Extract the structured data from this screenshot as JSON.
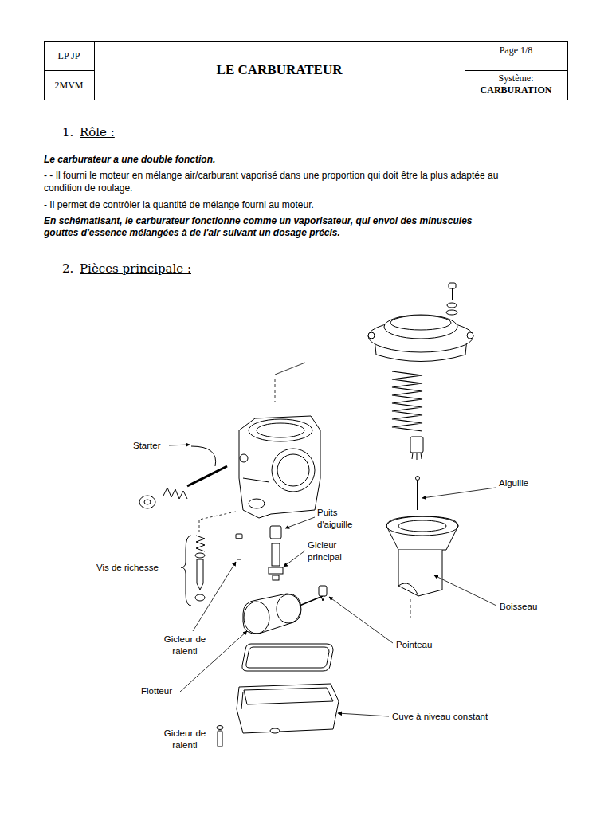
{
  "diagram": {
    "title": "LE CARBURATEUR",
    "labels": [
      "LP JP",
      "2MVM",
      "Page 1/8",
      "Système:",
      "CARBURATION",
      "1.",
      "Rôle :",
      "Le carburateur a une double fonction.",
      "- - Il fourni le moteur en mélange air/carburant vaporisé dans une proportion qui doit être la plus adaptée au condition de roulage.",
      "- Il permet de contrôler la quantité de mélange fourni au moteur.",
      "En schématisant, le carburateur fonctionne comme un vaporisateur, qui envoi des minuscules gouttes d'essence mélangées à de l'air suivant un dosage précis.",
      "2.",
      "Pièces principale :",
      "Starter",
      "Aiguille",
      "Puits d'aiguille",
      "Gicleur principal",
      "Vis de richesse",
      "Gicleur de ralenti",
      "Boisseau",
      "Pointeau",
      "Flotteur",
      "Cuve à niveau constant",
      "Gicleur de ralenti"
    ]
  }
}
